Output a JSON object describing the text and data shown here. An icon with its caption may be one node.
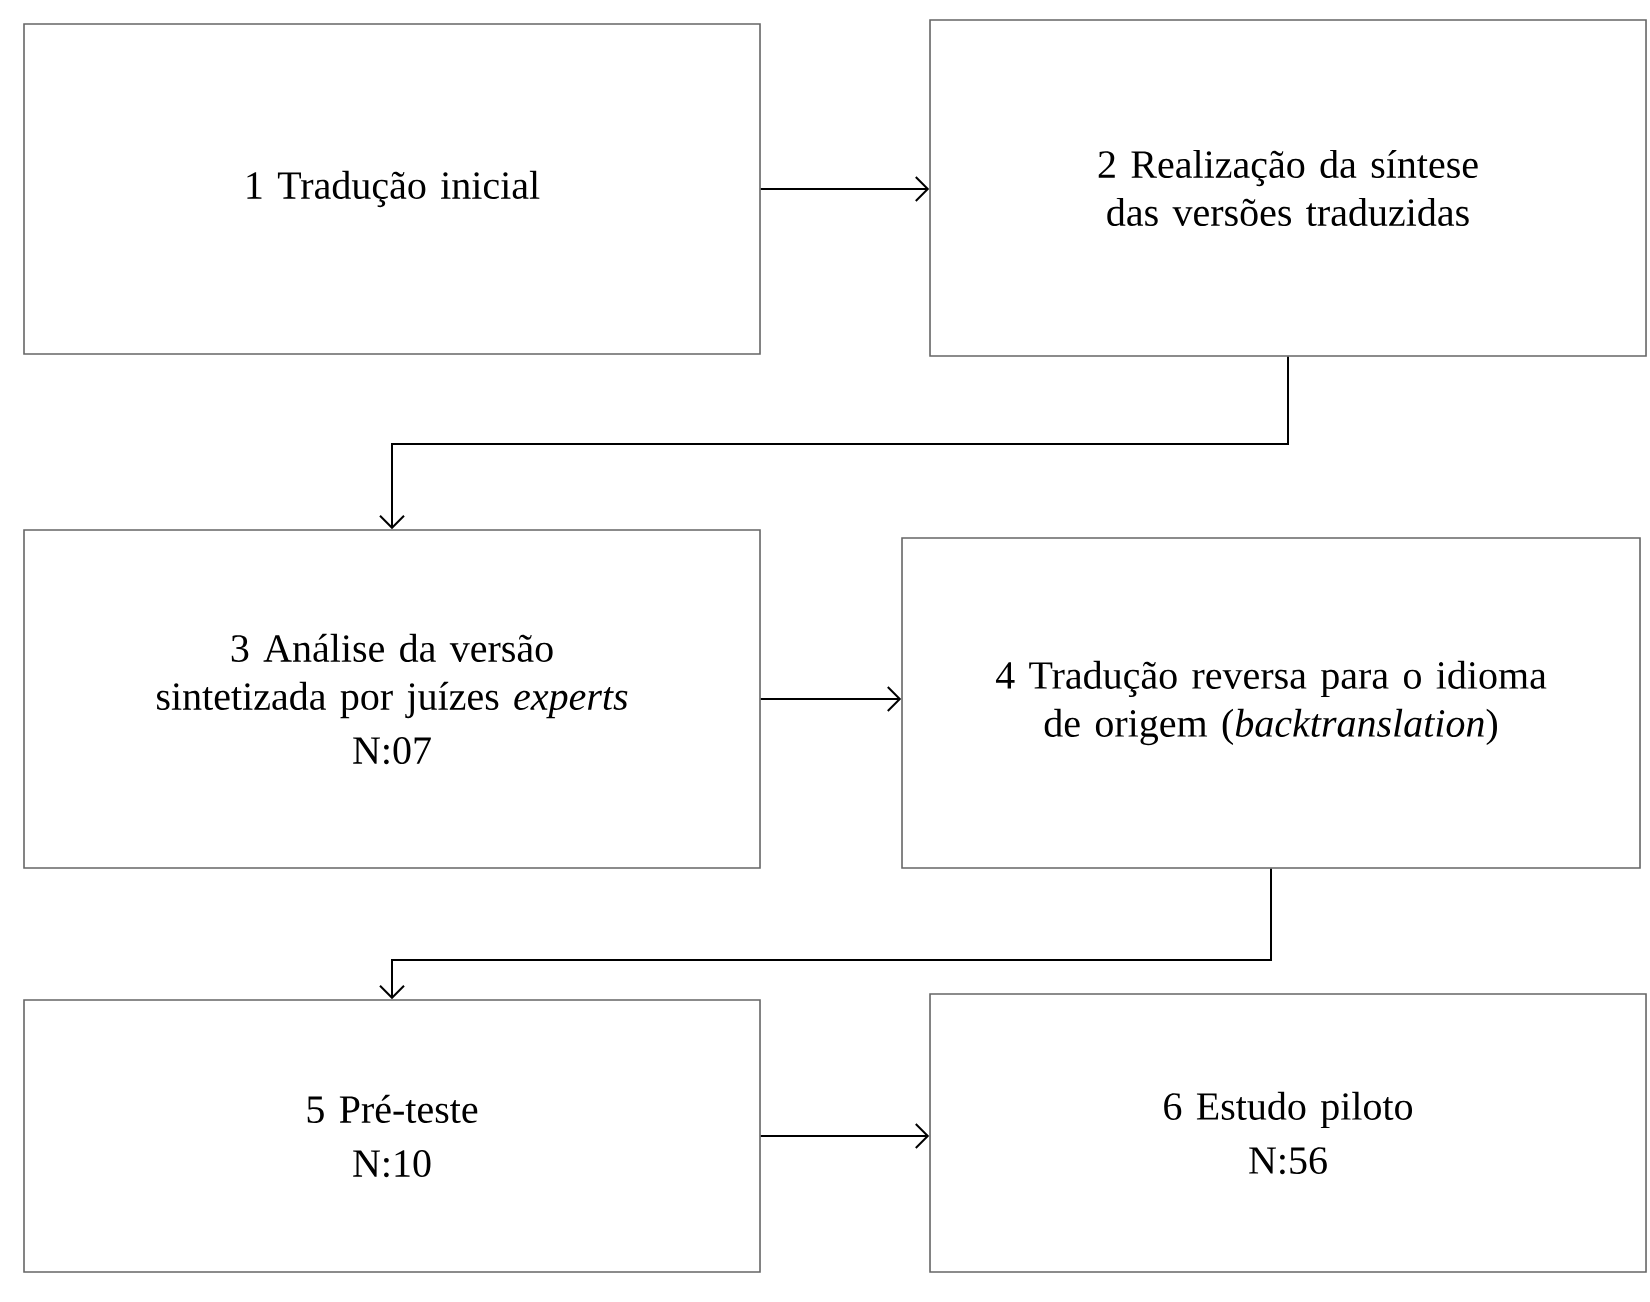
{
  "diagram": {
    "nodes": [
      {
        "text": [
          "1  Tradução inicial"
        ]
      },
      {
        "text": [
          "2 Realização da síntese das versões traduzidas"
        ]
      },
      {
        "text": [
          "3 Análise da versão sintetizada por juízes *experts*",
          "N:07"
        ]
      },
      {
        "text": [
          "4 Tradução reversa para o idioma de origem (*backtranslation*)"
        ]
      },
      {
        "text": [
          "5 Pré-teste",
          "N:10"
        ]
      },
      {
        "text": [
          "6 Estudo piloto",
          "N:56"
        ]
      }
    ],
    "edges": [
      {
        "from": 0,
        "to": 1,
        "arrow": "to"
      },
      {
        "from": 1,
        "to": 2,
        "arrow": "to"
      },
      {
        "from": 2,
        "to": 3,
        "arrow": "to"
      },
      {
        "from": 3,
        "to": 4,
        "arrow": "to"
      },
      {
        "from": 4,
        "to": 5,
        "arrow": "to"
      }
    ]
  }
}
